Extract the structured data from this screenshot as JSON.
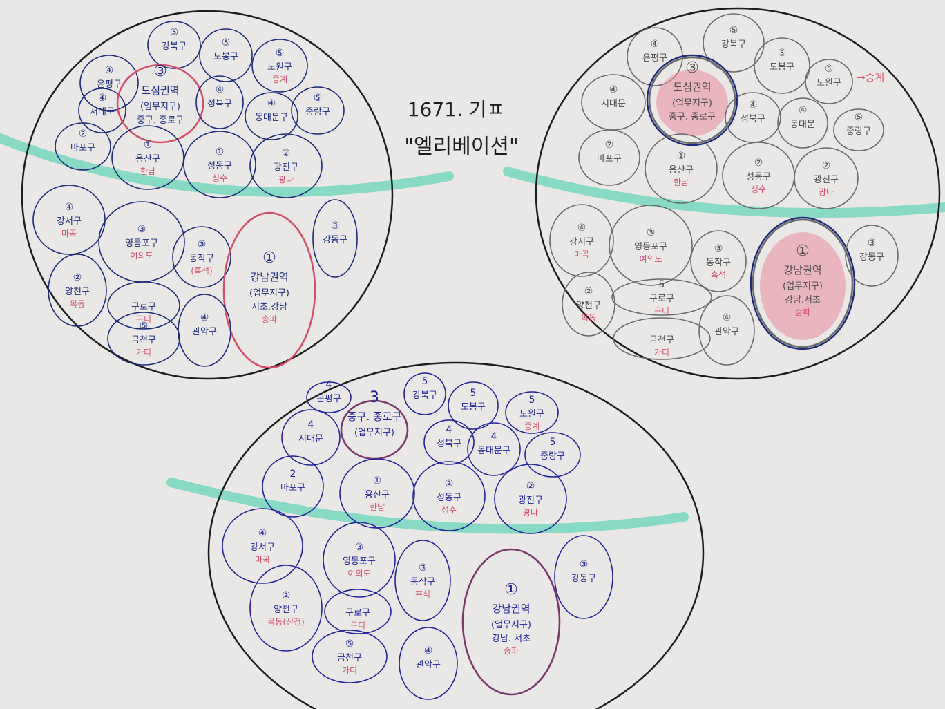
{
  "title": {
    "line1": "1671. 기ㅍ",
    "line2": "\"엘리베이션\""
  },
  "annotations": {
    "relay": "→중계"
  },
  "colors": {
    "paper": "#e9e8e6",
    "ink_black": "#1d1d1d",
    "ink_blue": "#23239a",
    "ink_navy": "#1d2a7a",
    "ink_pencil": "#6a6a6a",
    "ink_pink": "#d4506a",
    "marker_mint": "#6fd6bd",
    "fill_pink": "#e98da0"
  },
  "diagrams": [
    {
      "name": "top-left",
      "districts": [
        {
          "id": "eunpyeong",
          "rank": "④",
          "name": "은평구",
          "hub": ""
        },
        {
          "id": "gangbuk",
          "rank": "⑤",
          "name": "강북구",
          "hub": ""
        },
        {
          "id": "dobong",
          "rank": "⑤",
          "name": "도봉구",
          "hub": ""
        },
        {
          "id": "nowon",
          "rank": "⑤",
          "name": "노원구",
          "hub": "중계"
        },
        {
          "id": "seodaemun",
          "rank": "④",
          "name": "서대문",
          "hub": ""
        },
        {
          "id": "cbd",
          "rank": "③",
          "name": "도심권역",
          "sub": "(업무지구)",
          "sub2": "중구. 종로구",
          "hub": ""
        },
        {
          "id": "seongbuk",
          "rank": "④",
          "name": "성북구",
          "hub": ""
        },
        {
          "id": "dongdaemun",
          "rank": "④",
          "name": "동대문구",
          "hub": ""
        },
        {
          "id": "jungnang",
          "rank": "⑤",
          "name": "중랑구",
          "hub": ""
        },
        {
          "id": "mapo",
          "rank": "②",
          "name": "마포구",
          "hub": ""
        },
        {
          "id": "yongsan",
          "rank": "①",
          "name": "용산구",
          "hub": "한남"
        },
        {
          "id": "seongdong",
          "rank": "①",
          "name": "성동구",
          "hub": "성수"
        },
        {
          "id": "gwangjin",
          "rank": "②",
          "name": "광진구",
          "hub": "광나"
        },
        {
          "id": "gangseo",
          "rank": "④",
          "name": "강서구",
          "hub": "마곡"
        },
        {
          "id": "yeongdeungpo",
          "rank": "③",
          "name": "영등포구",
          "hub": "여의도"
        },
        {
          "id": "dongjak",
          "rank": "③",
          "name": "동작구",
          "hub": "(흑석)"
        },
        {
          "id": "gangnam",
          "rank": "①",
          "name": "강남권역",
          "sub": "(업무지구)",
          "sub2": "서초.강남",
          "hub": "송파"
        },
        {
          "id": "gangdong",
          "rank": "③",
          "name": "강동구",
          "hub": ""
        },
        {
          "id": "yangcheon",
          "rank": "②",
          "name": "양천구",
          "hub": "목동"
        },
        {
          "id": "guro",
          "rank": "",
          "name": "구로구",
          "hub": "구디"
        },
        {
          "id": "geumcheon",
          "rank": "⑤",
          "name": "금천구",
          "hub": "가디"
        },
        {
          "id": "gwanak",
          "rank": "④",
          "name": "관악구",
          "hub": ""
        }
      ]
    },
    {
      "name": "top-right",
      "districts": [
        {
          "id": "eunpyeong",
          "rank": "④",
          "name": "은평구",
          "hub": ""
        },
        {
          "id": "gangbuk",
          "rank": "⑤",
          "name": "강북구",
          "hub": ""
        },
        {
          "id": "dobong",
          "rank": "⑤",
          "name": "도봉구",
          "hub": ""
        },
        {
          "id": "nowon",
          "rank": "⑤",
          "name": "노원구",
          "hub": ""
        },
        {
          "id": "seodaemun",
          "rank": "④",
          "name": "서대문",
          "hub": ""
        },
        {
          "id": "cbd",
          "rank": "③",
          "name": "도심권역",
          "sub": "(업무지구)",
          "sub2": "중구. 종로구",
          "hub": ""
        },
        {
          "id": "seongbuk",
          "rank": "④",
          "name": "성북구",
          "hub": ""
        },
        {
          "id": "dongdaemun",
          "rank": "④",
          "name": "동대문",
          "hub": ""
        },
        {
          "id": "jungnang",
          "rank": "⑤",
          "name": "중랑구",
          "hub": ""
        },
        {
          "id": "mapo",
          "rank": "②",
          "name": "마포구",
          "hub": ""
        },
        {
          "id": "yongsan",
          "rank": "①",
          "name": "용산구",
          "hub": "한남"
        },
        {
          "id": "seongdong",
          "rank": "②",
          "name": "성동구",
          "hub": "성수"
        },
        {
          "id": "gwangjin",
          "rank": "②",
          "name": "광진구",
          "hub": "광나"
        },
        {
          "id": "gangseo",
          "rank": "④",
          "name": "강서구",
          "hub": "마곡"
        },
        {
          "id": "yeongdeungpo",
          "rank": "③",
          "name": "영등포구",
          "hub": "여의도"
        },
        {
          "id": "dongjak",
          "rank": "③",
          "name": "동작구",
          "hub": "흑석"
        },
        {
          "id": "gangnam",
          "rank": "①",
          "name": "강남권역",
          "sub": "(업무지구)",
          "sub2": "강남.서초",
          "hub": "송파"
        },
        {
          "id": "gangdong",
          "rank": "③",
          "name": "강동구",
          "hub": ""
        },
        {
          "id": "yangcheon",
          "rank": "②",
          "name": "양천구",
          "hub": "목동"
        },
        {
          "id": "guro",
          "rank": "5",
          "name": "구로구",
          "hub": "구디"
        },
        {
          "id": "geumcheon",
          "rank": "",
          "name": "금천구",
          "hub": "가디"
        },
        {
          "id": "gwanak",
          "rank": "④",
          "name": "관악구",
          "hub": ""
        }
      ]
    },
    {
      "name": "bottom",
      "districts": [
        {
          "id": "eunpyeong",
          "rank": "4",
          "name": "은평구",
          "hub": ""
        },
        {
          "id": "gangbuk",
          "rank": "5",
          "name": "강북구",
          "hub": ""
        },
        {
          "id": "dobong",
          "rank": "5",
          "name": "도봉구",
          "hub": ""
        },
        {
          "id": "nowon",
          "rank": "5",
          "name": "노원구",
          "hub": "중계"
        },
        {
          "id": "seodaemun",
          "rank": "4",
          "name": "서대문",
          "hub": ""
        },
        {
          "id": "cbd",
          "rank": "3",
          "name": "중구. 종로구",
          "sub": "(업무지구)",
          "sub2": "",
          "hub": ""
        },
        {
          "id": "seongbuk",
          "rank": "4",
          "name": "성북구",
          "hub": ""
        },
        {
          "id": "dongdaemun",
          "rank": "4",
          "name": "동대문구",
          "hub": ""
        },
        {
          "id": "jungnang",
          "rank": "5",
          "name": "중랑구",
          "hub": ""
        },
        {
          "id": "mapo",
          "rank": "2",
          "name": "마포구",
          "hub": ""
        },
        {
          "id": "yongsan",
          "rank": "①",
          "name": "용산구",
          "hub": "한남"
        },
        {
          "id": "seongdong",
          "rank": "②",
          "name": "성동구",
          "hub": "성수"
        },
        {
          "id": "gwangjin",
          "rank": "②",
          "name": "광진구",
          "hub": "광나"
        },
        {
          "id": "gangseo",
          "rank": "④",
          "name": "강서구",
          "hub": "마곡"
        },
        {
          "id": "yeongdeungpo",
          "rank": "③",
          "name": "영등포구",
          "hub": "여의도"
        },
        {
          "id": "dongjak",
          "rank": "③",
          "name": "동작구",
          "hub": "흑석"
        },
        {
          "id": "gangnam",
          "rank": "①",
          "name": "강남권역",
          "sub": "(업무지구)",
          "sub2": "강남. 서초",
          "hub": "송파"
        },
        {
          "id": "gangdong",
          "rank": "③",
          "name": "강동구",
          "hub": ""
        },
        {
          "id": "yangcheon",
          "rank": "②",
          "name": "양천구",
          "hub": "목동(신정)"
        },
        {
          "id": "guro",
          "rank": "",
          "name": "구로구",
          "hub": "구디"
        },
        {
          "id": "geumcheon",
          "rank": "⑤",
          "name": "금천구",
          "hub": "가디"
        },
        {
          "id": "gwanak",
          "rank": "④",
          "name": "관악구",
          "hub": ""
        }
      ]
    }
  ]
}
